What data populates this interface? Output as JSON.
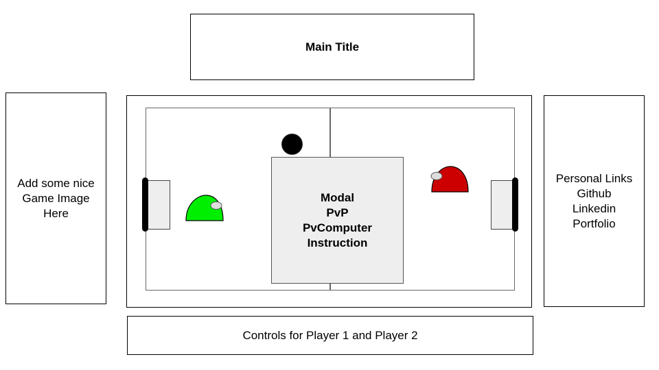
{
  "title": {
    "text": "Main Title"
  },
  "left_panel": {
    "lines": [
      "Add some nice",
      "Game Image",
      "Here"
    ]
  },
  "right_panel": {
    "lines": [
      "Personal Links",
      "Github",
      "Linkedin",
      "Portfolio"
    ]
  },
  "modal": {
    "lines": [
      "Modal",
      "PvP",
      "PvComputer",
      "Instruction"
    ]
  },
  "controls": {
    "text": "Controls for Player 1 and Player 2"
  },
  "game": {
    "players": [
      {
        "name": "player-1",
        "color": "#00ee00",
        "icon": "helmet-icon"
      },
      {
        "name": "player-2",
        "color": "#cc0000",
        "icon": "helmet-icon"
      }
    ],
    "ball": {
      "color": "#000000",
      "icon": "ball-icon"
    }
  }
}
